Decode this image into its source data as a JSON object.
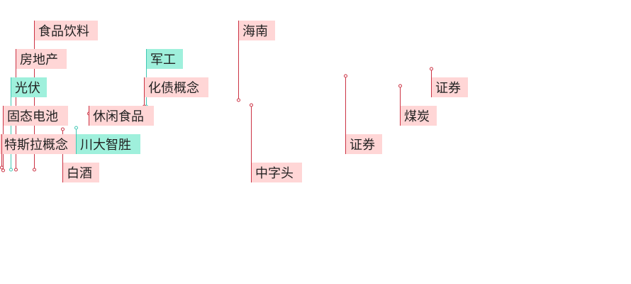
{
  "colors": {
    "red_label_bg": "#ffd6d6",
    "green_label_bg": "#9ff0dc",
    "red_line": "#cc3344",
    "green_line": "#40c8b4",
    "text": "#222222"
  },
  "chart_data": {
    "type": "label-timeline",
    "annotations": [
      {
        "label": "食品饮料",
        "tone": "red"
      },
      {
        "label": "房地产",
        "tone": "red"
      },
      {
        "label": "光伏",
        "tone": "green"
      },
      {
        "label": "固态电池",
        "tone": "red"
      },
      {
        "label": "特斯拉概念",
        "tone": "red"
      },
      {
        "label": "白酒",
        "tone": "red"
      },
      {
        "label": "川大智胜",
        "tone": "green"
      },
      {
        "label": "休闲食品",
        "tone": "red"
      },
      {
        "label": "军工",
        "tone": "green"
      },
      {
        "label": "化债概念",
        "tone": "red"
      },
      {
        "label": "海南",
        "tone": "red"
      },
      {
        "label": "中字头",
        "tone": "red"
      },
      {
        "label": "证券",
        "tone": "red"
      },
      {
        "label": "煤炭",
        "tone": "red"
      },
      {
        "label": "证券",
        "tone": "red"
      }
    ]
  }
}
